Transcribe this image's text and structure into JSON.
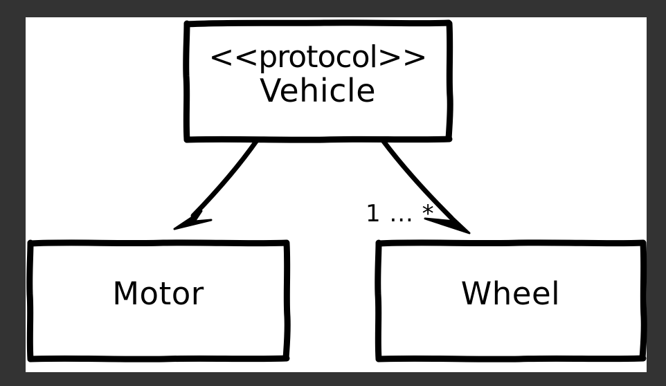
{
  "canvas": {
    "background_color": "#333333",
    "sheet_color": "#ffffff",
    "stroke_color": "#000000"
  },
  "diagram": {
    "type": "uml-class-diagram",
    "style": "hand-drawn-sketch",
    "nodes": [
      {
        "id": "vehicle",
        "stereotype": "<<protocol>>",
        "name": "Vehicle",
        "role": "protocol-interface"
      },
      {
        "id": "motor",
        "stereotype": "",
        "name": "Motor",
        "role": "class"
      },
      {
        "id": "wheel",
        "stereotype": "",
        "name": "Wheel",
        "role": "class"
      }
    ],
    "edges": [
      {
        "id": "vehicle-to-motor",
        "from": "vehicle",
        "to": "motor",
        "label": "",
        "arrowhead": "solid-filled"
      },
      {
        "id": "vehicle-to-wheel",
        "from": "vehicle",
        "to": "wheel",
        "label": "1 ... *",
        "arrowhead": "solid-filled"
      }
    ]
  }
}
